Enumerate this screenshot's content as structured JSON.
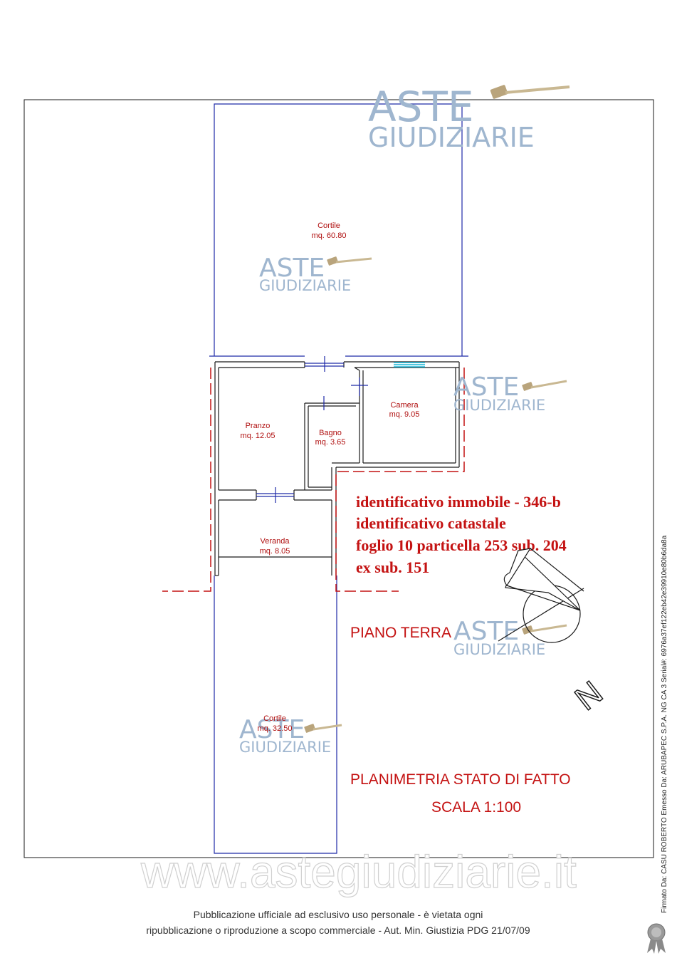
{
  "rooms": {
    "cortile_top": {
      "name": "Cortile",
      "area": "mq. 60.80"
    },
    "pranzo": {
      "name": "Pranzo",
      "area": "mq. 12.05"
    },
    "bagno": {
      "name": "Bagno",
      "area": "mq. 3.65"
    },
    "camera": {
      "name": "Camera",
      "area": "mq. 9.05"
    },
    "veranda": {
      "name": "Veranda",
      "area": "mq. 8.05"
    },
    "cortile_bottom": {
      "name": "Cortile",
      "area": "mq. 32.50"
    }
  },
  "identification": {
    "line1": "identificativo immobile - 346-b",
    "line2": "identificativo catastale",
    "line3": "foglio 10 particella 253 sub. 204",
    "line4": "ex sub. 151"
  },
  "floor_label": "PIANO TERRA",
  "plan_title": "PLANIMETRIA STATO DI FATTO",
  "scale_label": "SCALA 1:100",
  "north_label": "N",
  "watermark": {
    "word1": "ASTE",
    "word2": "GIUDIZIARIE",
    "url": "www.astegiudiziarie.it",
    "color": "#9fb6cf"
  },
  "footer": {
    "line1": "Pubblicazione ufficiale ad esclusivo uso personale - è vietata ogni",
    "line2": "ripubblicazione o riproduzione a scopo commerciale - Aut. Min. Giustizia PDG 21/07/09"
  },
  "signature": "Firmato Da: CASU ROBERTO Emesso Da: ARUBAPEC S.P.A. NG CA 3 Serial#: 6976a37ef122eb42e39910e80b6da8a",
  "colors": {
    "wall": "#1a1a1a",
    "room_outline": "#1f2aa8",
    "red": "#c41212",
    "window": "#19b6d6"
  }
}
